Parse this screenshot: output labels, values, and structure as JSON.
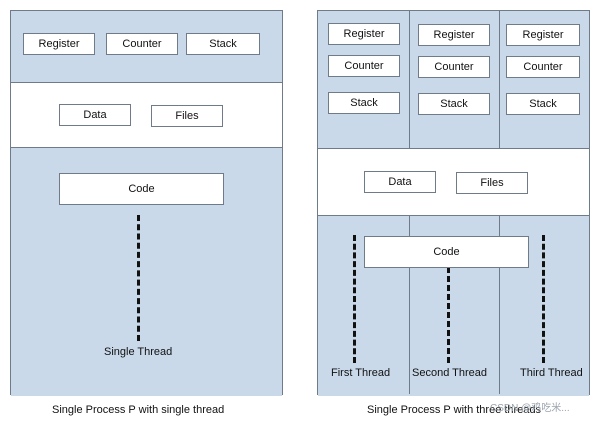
{
  "left_diagram": {
    "register": "Register",
    "counter": "Counter",
    "stack": "Stack",
    "data": "Data",
    "files": "Files",
    "code": "Code",
    "thread_label": "Single Thread",
    "caption": "Single Process P with single thread"
  },
  "right_diagram": {
    "columns": [
      {
        "register": "Register",
        "counter": "Counter",
        "stack": "Stack",
        "thread_label": "First Thread"
      },
      {
        "register": "Register",
        "counter": "Counter",
        "stack": "Stack",
        "thread_label": "Second Thread"
      },
      {
        "register": "Register",
        "counter": "Counter",
        "stack": "Stack",
        "thread_label": "Third Thread"
      }
    ],
    "data": "Data",
    "files": "Files",
    "code": "Code",
    "caption": "Single Process P with three threads"
  },
  "watermark": "CSDN @鸡吃米...",
  "colors": {
    "band_blue": "#c9d9ea",
    "border": "#6f7b88",
    "box_fill": "#ffffff"
  }
}
